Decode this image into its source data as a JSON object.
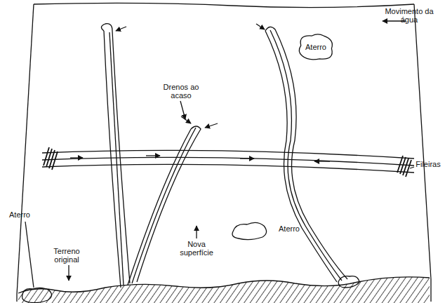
{
  "diagram": {
    "nodes": [
      {
        "text": [
          "Aterro"
        ]
      }
    ],
    "labels": [
      "Movimento da água",
      "Drenos ao acaso",
      "Fileiras",
      "Aterro",
      "Terreno original",
      "Nova superfície",
      "Aterro"
    ]
  }
}
